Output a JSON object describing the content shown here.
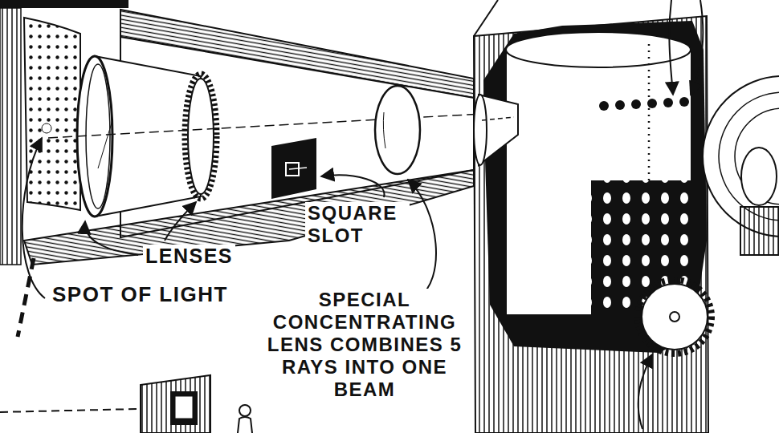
{
  "diagram": {
    "labels": [
      "SQUARE SLOT",
      "LENSES",
      "SPOT OF LIGHT",
      "SPECIAL CONCENTRATING LENS COMBINES 5 RAYS INTO ONE BEAM"
    ]
  }
}
